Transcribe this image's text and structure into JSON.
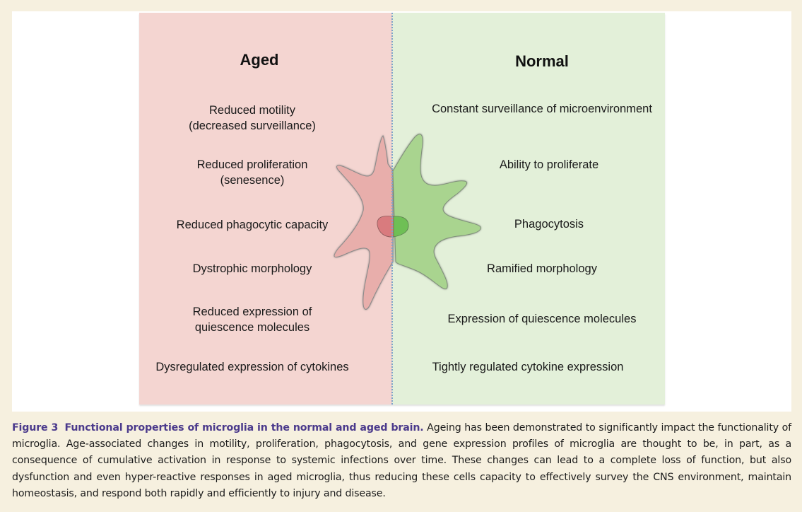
{
  "figure": {
    "panels": {
      "aged": {
        "title": "Aged",
        "color": "#f4d5d1",
        "items": [
          {
            "line1": "Reduced motility",
            "line2": "(decreased surveillance)"
          },
          {
            "line1": "Reduced proliferation",
            "line2": "(senesence)"
          },
          {
            "line1": "Reduced phagocytic capacity",
            "line2": ""
          },
          {
            "line1": "Dystrophic morphology",
            "line2": ""
          },
          {
            "line1": "Reduced expression of",
            "line2": "quiescence molecules"
          },
          {
            "line1": "Dysregulated expression of cytokines",
            "line2": ""
          }
        ]
      },
      "normal": {
        "title": "Normal",
        "color": "#e3f0d9",
        "items": [
          {
            "line1": "Constant surveillance of microenvironment",
            "line2": ""
          },
          {
            "line1": "Ability to proliferate",
            "line2": ""
          },
          {
            "line1": "Phagocytosis",
            "line2": ""
          },
          {
            "line1": "Ramified morphology",
            "line2": ""
          },
          {
            "line1": "Expression of quiescence molecules",
            "line2": ""
          },
          {
            "line1": "Tightly  regulated cytokine expression",
            "line2": ""
          }
        ]
      }
    },
    "illustration": {
      "aged_cell_color": "#e8aeab",
      "normal_cell_color": "#a9d48f",
      "aged_nucleus_color": "#d97b7e",
      "normal_nucleus_color": "#6fbf55"
    }
  },
  "caption": {
    "label": "Figure 3",
    "title": "Functional properties of microglia in the normal and aged brain.",
    "body": "Ageing has been demonstrated to significantly impact the functionality of microglia. Age-associated changes in motility, proliferation, phagocytosis, and gene expression profiles of microglia are thought to be, in part, as a consequence of cumulative activation in response to systemic infections over time. These changes can lead to a complete loss of function, but also dysfunction and even hyper-reactive responses in aged microglia, thus reducing these cells capacity to effectively survey the CNS environment, maintain homeostasis, and respond both rapidly and efficiently to injury and disease.",
    "accent_color": "#4b3a8c"
  }
}
